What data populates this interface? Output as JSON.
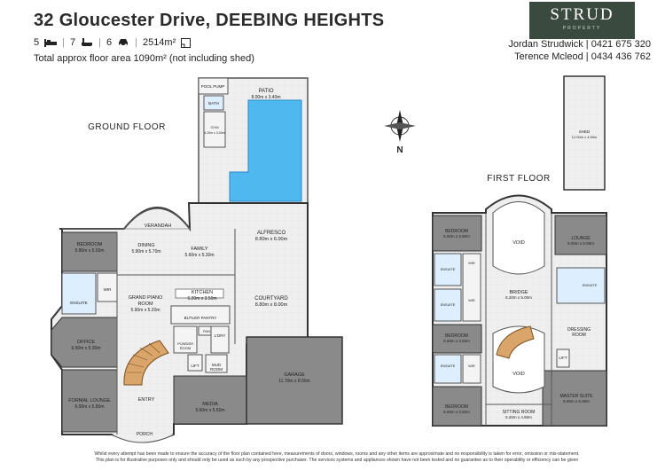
{
  "header": {
    "title": "32 Gloucester Drive, DEEBING HEIGHTS",
    "specs": {
      "bed": "5",
      "bath": "7",
      "car": "6",
      "land": "2514m²"
    },
    "area": "Total approx floor area 1090m² (not including shed)"
  },
  "logo": {
    "main": "STRUD",
    "sub": "PROPERTY"
  },
  "agents": [
    {
      "name": "Jordan Strudwick",
      "phone": "0421 675 320"
    },
    {
      "name": "Terence Mcleod",
      "phone": "0434 436 762"
    }
  ],
  "floors": {
    "ground": "GROUND FLOOR",
    "first": "FIRST FLOOR"
  },
  "compass": {
    "north": "N"
  },
  "rooms": {
    "pool_pump": "POOL PUMP",
    "patio": "PATIO",
    "patio_dim": "8.00m x 3.40m",
    "bath": "BATH",
    "gym": "GYM",
    "gym_dim": "4.20m x 3.00m",
    "shed": "SHED",
    "shed_dim": "12.00m x 4.50m",
    "verandah": "VERANDAH",
    "alfresco": "ALFRESCO",
    "alfresco_dim": "8.80m x 6.00m",
    "bedroom_g": "BEDROOM",
    "bedroom_g_dim": "5.80m x 5.00m",
    "dining": "DINING",
    "dining_dim": "5.90m x 5.70m",
    "family": "FAMILY",
    "family_dim": "5.60m x 5.30m",
    "wir": "WIR",
    "ensuite_g": "ENSUITE",
    "grand_piano": "GRAND PIANO",
    "grand_piano_2": "ROOM",
    "grand_piano_dim": "5.90m x 5.20m",
    "kitchen": "KITCHEN",
    "kitchen_dim": "6.20m x 3.50m",
    "courtyard": "COURTYARD",
    "courtyard_dim": "8.80m x 8.00m",
    "butler": "BUTLER PANTRY",
    "pan": "PAN",
    "powder": "POWDER",
    "powder_2": "ROOM",
    "ldry": "L'DRY",
    "office": "OFFICE",
    "office_dim": "6.50m x 5.30m",
    "lift_g": "LIFT",
    "mud": "MUD",
    "mud_2": "ROOM",
    "garage": "GARAGE",
    "garage_dim": "11.70m x 8.00m",
    "formal": "FORMAL LOUNGE",
    "formal_dim": "6.00m x 5.80m",
    "entry": "ENTRY",
    "media": "MEDIA",
    "media_dim": "5.60m x 5.50m",
    "porch": "PORCH",
    "bed1": "BEDROOM",
    "bed1_dim": "5.00m x 3.90m",
    "void1": "VOID",
    "lounge": "LOUNGE",
    "lounge_dim": "5.00m x 5.00m",
    "ensuite_label": "ENSUITE",
    "wir_label": "WIR",
    "bridge": "BRIDGE",
    "bridge_dim": "5.20m x 5.00m",
    "bed2": "BEDROOM",
    "bed2_dim": "5.00m x 3.50m",
    "dressing": "DRESSING",
    "dressing_2": "ROOM",
    "void2": "VOID",
    "lift_f": "LIFT",
    "bed3": "BEDROOM",
    "bed3_dim": "6.00m x 3.50m",
    "sitting": "SITTING ROOM",
    "sitting_dim": "5.20m x 4.80m",
    "master": "MASTER SUITE",
    "master_dim": "6.00m x 5.90m"
  },
  "disclaimer": {
    "line1": "Whilst every attempt has been made to ensure the accuracy of the floor plan contained here, measurements of doors, windows, rooms and any other items are approximate and no responsibility is taken for error, omission or mis-statement.",
    "line2": "This plan is for illustrative purposes only and should only be used as such by any prospective purchaser. The services systems and appliances shown have not been tested and no guarantee as to their operability or efficiency can be given"
  },
  "colors": {
    "brand": "#3b4a3e",
    "floor": "#eeeeee",
    "dark_room": "#8a8a8a",
    "pool": "#4fb8ef",
    "wet": "#ddeeff"
  }
}
